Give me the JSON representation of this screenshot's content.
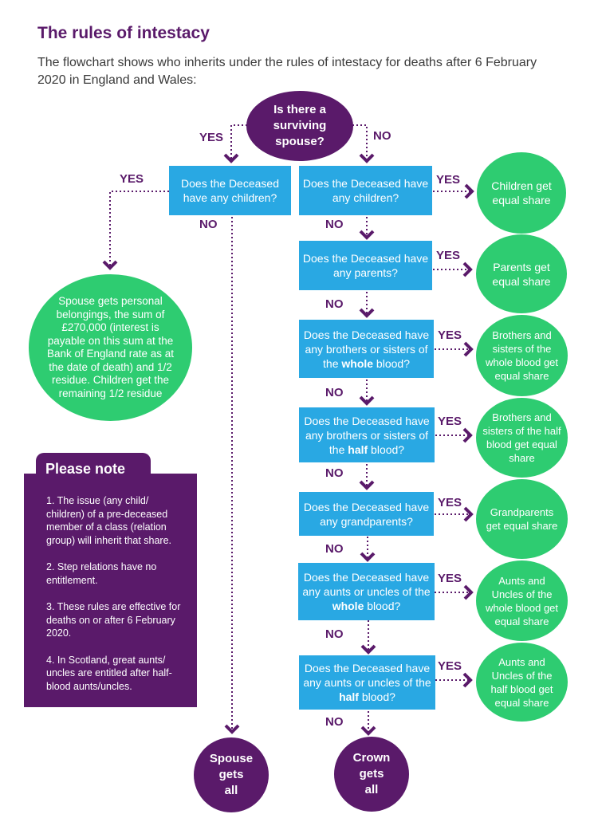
{
  "header": {
    "title": "The rules of intestacy",
    "intro": "The flowchart shows who inherits under the rules of intestacy for deaths after 6 February 2020 in England and Wales:"
  },
  "start": [
    "Is there a",
    "surviving",
    "spouse?"
  ],
  "labels": {
    "yes": "YES",
    "no": "NO"
  },
  "spouse_branch": {
    "question": "Does the Deceased have any children?",
    "outcome": "Spouse gets personal belongings, the sum of £270,000 (interest is payable on this sum at the Bank of England rate as at the date of death) and 1/2 residue. Children get the remaining 1/2 residue",
    "no_outcome": [
      "Spouse",
      "gets",
      "all"
    ]
  },
  "questions": [
    {
      "pre": "Does the Deceased have any children?",
      "bold": "",
      "post": ""
    },
    {
      "pre": "Does the Deceased have any parents?",
      "bold": "",
      "post": ""
    },
    {
      "pre": "Does the Deceased have any brothers or sisters of the ",
      "bold": "whole",
      "post": " blood?"
    },
    {
      "pre": "Does the Deceased have any brothers or sisters of the ",
      "bold": "half",
      "post": " blood?"
    },
    {
      "pre": "Does the Deceased have any grandparents?",
      "bold": "",
      "post": ""
    },
    {
      "pre": "Does the Deceased have any aunts or uncles of the ",
      "bold": "whole",
      "post": " blood?"
    },
    {
      "pre": "Does the Deceased have any aunts or uncles of the ",
      "bold": "half",
      "post": " blood?"
    }
  ],
  "outcomes": [
    "Children get equal share",
    "Parents get equal share",
    "Brothers and sisters of the whole blood get equal share",
    "Brothers and sisters of the half blood get equal share",
    "Grandparents get equal share",
    "Aunts and Uncles of the whole blood get equal share",
    "Aunts and Uncles of the half blood get equal share"
  ],
  "final": [
    "Crown",
    "gets",
    "all"
  ],
  "note": {
    "title": "Please note",
    "items": [
      "1. The issue (any child/ children) of a pre-deceased member of a class (relation group) will inherit that share.",
      "2. Step relations have no entitlement.",
      "3. These rules are effective for deaths on or after 6 February 2020.",
      "4. In Scotland, great aunts/ uncles are entitled after half-blood aunts/uncles."
    ]
  },
  "colors": {
    "purple": "#5a1a6a",
    "blue": "#29a8e3",
    "green": "#2ecc71"
  }
}
